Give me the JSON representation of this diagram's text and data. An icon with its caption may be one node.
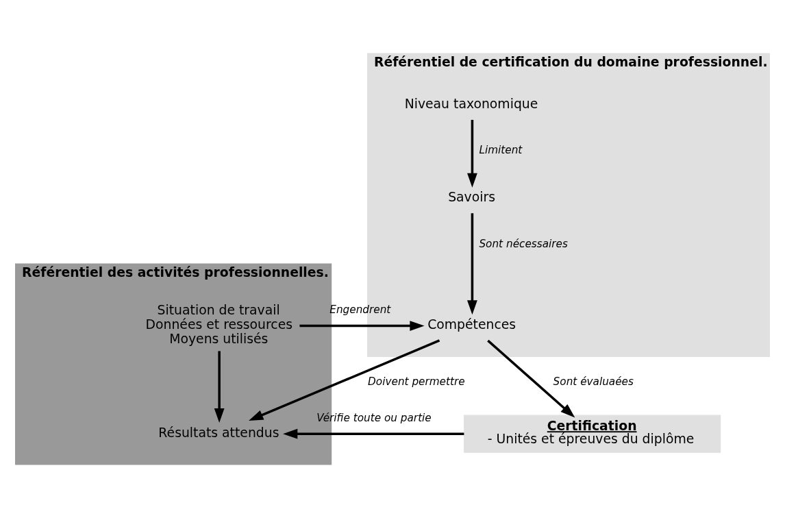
{
  "diagram": {
    "nodes": [
      {
        "text": [
          "Référentiel des activités professionnelles."
        ]
      },
      {
        "text": [
          "Situation de travail",
          "Données et ressources",
          "Moyens utilisés"
        ],
        "in": 0
      },
      {
        "text": [
          "Résultats attendus"
        ],
        "in": 0
      },
      {
        "text": [
          "Référentiel de certification du domaine professionnel."
        ]
      },
      {
        "text": [
          "Compétences"
        ],
        "in": 3
      },
      {
        "text": [
          "Savoirs"
        ],
        "in": 3
      },
      {
        "text": [
          "Niveau taxonomique"
        ],
        "in": 3
      },
      {
        "text": [
          "Certification",
          "- Unités et épreuves du diplôme"
        ]
      }
    ],
    "edges": [
      {
        "from": 1,
        "to": 4,
        "arrow": "to",
        "label": "Engendrent"
      },
      {
        "from": 1,
        "to": 2,
        "arrow": "to"
      },
      {
        "from": 4,
        "to": 2,
        "arrow": "to",
        "label": "Doivent permettre"
      },
      {
        "from": 4,
        "to": 7,
        "arrow": "to",
        "label": "Sont évaluaées"
      },
      {
        "from": 7,
        "to": 2,
        "arrow": "to",
        "label": "Vérifie toute ou partie"
      },
      {
        "from": 5,
        "to": 4,
        "arrow": "to",
        "label": "Sont nécessaires"
      },
      {
        "from": 6,
        "to": 5,
        "arrow": "to",
        "label": "Limitent"
      }
    ]
  }
}
